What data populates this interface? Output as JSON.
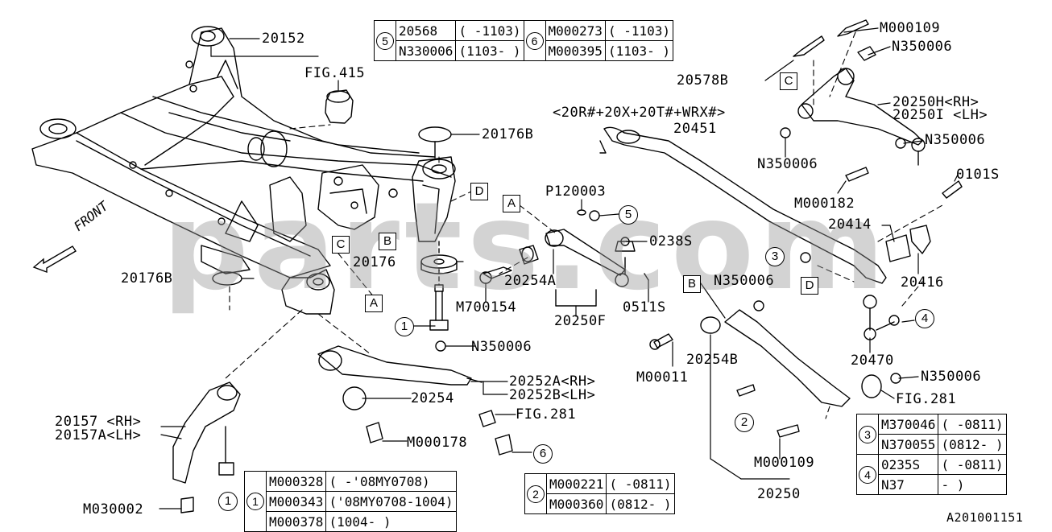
{
  "diagram": {
    "doc_code": "A201001151",
    "front_label": "FRONT",
    "watermark": "parts.com",
    "variant_note": "<20R#+20X+20T#+WRX#>",
    "callouts": [
      {
        "id": "c20152",
        "text": "20152"
      },
      {
        "id": "cfig415",
        "text": "FIG.415"
      },
      {
        "id": "c20176b_top",
        "text": "20176B"
      },
      {
        "id": "c20176",
        "text": "20176"
      },
      {
        "id": "c20176b_left",
        "text": "20176B"
      },
      {
        "id": "cp120003",
        "text": "P120003"
      },
      {
        "id": "c0238s",
        "text": "0238S"
      },
      {
        "id": "c20254a",
        "text": "20254A"
      },
      {
        "id": "cm700154",
        "text": "M700154"
      },
      {
        "id": "c20250f",
        "text": "20250F"
      },
      {
        "id": "c0511s",
        "text": "0511S"
      },
      {
        "id": "cn350006_mid",
        "text": "N350006"
      },
      {
        "id": "c20254",
        "text": "20254"
      },
      {
        "id": "c20252a",
        "text": "20252A<RH>"
      },
      {
        "id": "c20252b",
        "text": "20252B<LH>"
      },
      {
        "id": "cfig281_mid",
        "text": "FIG.281"
      },
      {
        "id": "cm000178",
        "text": "M000178"
      },
      {
        "id": "c20157",
        "text": "20157 <RH>"
      },
      {
        "id": "c20157a",
        "text": "20157A<LH>"
      },
      {
        "id": "cm030002",
        "text": "M030002"
      },
      {
        "id": "c20578b",
        "text": "20578B"
      },
      {
        "id": "cm000109_top",
        "text": "M000109"
      },
      {
        "id": "cn350006_tr",
        "text": "N350006"
      },
      {
        "id": "c20250h",
        "text": "20250H<RH>"
      },
      {
        "id": "c20250i",
        "text": "20250I <LH>"
      },
      {
        "id": "c20451",
        "text": "20451"
      },
      {
        "id": "cn350006_r",
        "text": "N350006"
      },
      {
        "id": "cn350006_c",
        "text": "N350006"
      },
      {
        "id": "cm000182",
        "text": "M000182"
      },
      {
        "id": "c0101s",
        "text": "0101S"
      },
      {
        "id": "c20414",
        "text": "20414"
      },
      {
        "id": "c20416",
        "text": "20416"
      },
      {
        "id": "cn350006_b",
        "text": "N350006"
      },
      {
        "id": "cm00011",
        "text": "M00011"
      },
      {
        "id": "c20254b",
        "text": "20254B"
      },
      {
        "id": "c20470",
        "text": "20470"
      },
      {
        "id": "cn350006_br",
        "text": "N350006"
      },
      {
        "id": "cfig281_r",
        "text": "FIG.281"
      },
      {
        "id": "cm000109_b",
        "text": "M000109"
      },
      {
        "id": "c20250",
        "text": "20250"
      }
    ],
    "ref_letters": [
      {
        "id": "rA_mid",
        "text": "A"
      },
      {
        "id": "rA_left",
        "text": "A"
      },
      {
        "id": "rB_mid",
        "text": "B"
      },
      {
        "id": "rB_right",
        "text": "B"
      },
      {
        "id": "rC_mid",
        "text": "C"
      },
      {
        "id": "rC_right",
        "text": "C"
      },
      {
        "id": "rD_mid",
        "text": "D"
      },
      {
        "id": "rD_right",
        "text": "D"
      }
    ],
    "ref_numbers": [
      {
        "id": "n1a",
        "text": "1"
      },
      {
        "id": "n1b",
        "text": "1"
      },
      {
        "id": "n2",
        "text": "2"
      },
      {
        "id": "n3",
        "text": "3"
      },
      {
        "id": "n4",
        "text": "4"
      },
      {
        "id": "n5",
        "text": "5"
      },
      {
        "id": "n6",
        "text": "6"
      }
    ]
  },
  "tables": {
    "t56": [
      {
        "num": "5",
        "part": "20568",
        "range": "( -1103)",
        "num2": "6",
        "part2": "M000273",
        "range2": "( -1103)"
      },
      {
        "num": "",
        "part": "N330006",
        "range": "(1103- )",
        "num2": "",
        "part2": "M000395",
        "range2": "(1103- )"
      }
    ],
    "t1": [
      {
        "num": "1",
        "part": "M000328",
        "range": "( -'08MY0708)"
      },
      {
        "num": "",
        "part": "M000343",
        "range": "('08MY0708-1004)"
      },
      {
        "num": "",
        "part": "M000378",
        "range": "(1004- )"
      }
    ],
    "t2": [
      {
        "num": "2",
        "part": "M000221",
        "range": "( -0811)"
      },
      {
        "num": "",
        "part": "M000360",
        "range": "(0812- )"
      }
    ],
    "t34": [
      {
        "num": "3",
        "part": "M370046",
        "range": "( -0811)"
      },
      {
        "num": "",
        "part": "N370055",
        "range": "(0812- )"
      },
      {
        "num": "4",
        "part": "0235S",
        "range": "( -0811)"
      },
      {
        "num": "",
        "part": "N37",
        "range": "- )"
      }
    ]
  }
}
